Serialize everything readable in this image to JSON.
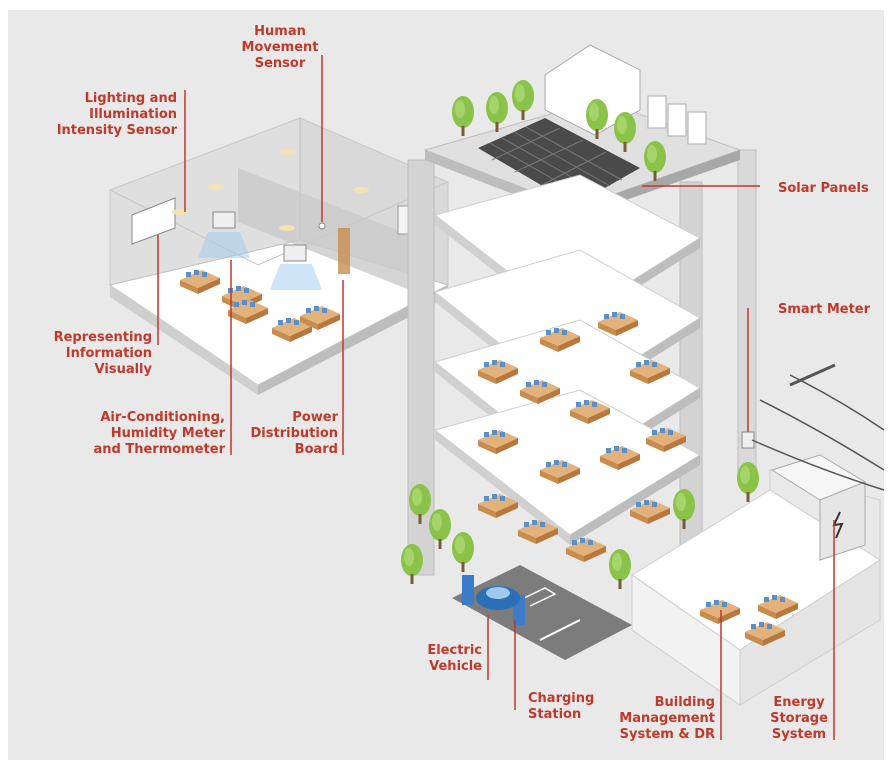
{
  "colors": {
    "background": "#e9e9e9",
    "label_red": "#c0392b",
    "leader_line": "#c0392b",
    "building_frame": "#d6d6d6",
    "floor_slab": "#ffffff",
    "desk_wood": "#d9a066",
    "tree_green": "#8bc34a",
    "car_blue": "#2c6fb7",
    "charger_blue": "#3d7cc9",
    "solar_panel": "#4a4a4a"
  },
  "labels": {
    "lighting_sensor": "Lighting and\nIllumination\nIntensity Sensor",
    "movement_sensor": "Human\nMovement\nSensor",
    "solar_panels": "Solar Panels",
    "smart_meter": "Smart Meter",
    "representing_info": "Representing\nInformation\nVisually",
    "air_conditioning": "Air-Conditioning,\nHumidity Meter\nand Thermometer",
    "power_board": "Power\nDistribution\nBoard",
    "electric_vehicle": "Electric\nVehicle",
    "charging_station": "Charging\nStation",
    "bms": "Building\nManagement\nSystem & DR",
    "energy_storage": "Energy\nStorage\nSystem"
  }
}
